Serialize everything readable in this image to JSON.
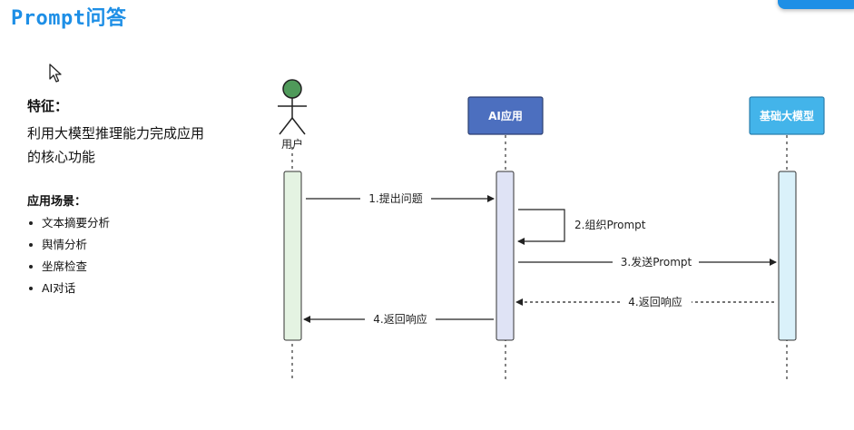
{
  "page": {
    "title": "Prompt问答"
  },
  "features": {
    "heading": "特征：",
    "text": "利用大模型推理能力完成应用的核心功能"
  },
  "scenes": {
    "heading": "应用场景：",
    "items": [
      "文本摘要分析",
      "舆情分析",
      "坐席检查",
      "AI对话"
    ]
  },
  "diagram": {
    "actor_label": "用户",
    "participants": [
      "AI应用",
      "基础大模型"
    ],
    "messages": [
      "1.提出问题",
      "2.组织Prompt",
      "3.发送Prompt",
      "4.返回响应",
      "4.返回响应"
    ]
  },
  "colors": {
    "title": "#1e8fe6",
    "ai_app_box": "#4c6fbf",
    "model_box": "#43b4ea",
    "actor_head": "#4f9a5a",
    "user_activation": "#e4f3e2",
    "ai_activation": "#dfe3f5",
    "model_activation": "#daf1fa"
  }
}
